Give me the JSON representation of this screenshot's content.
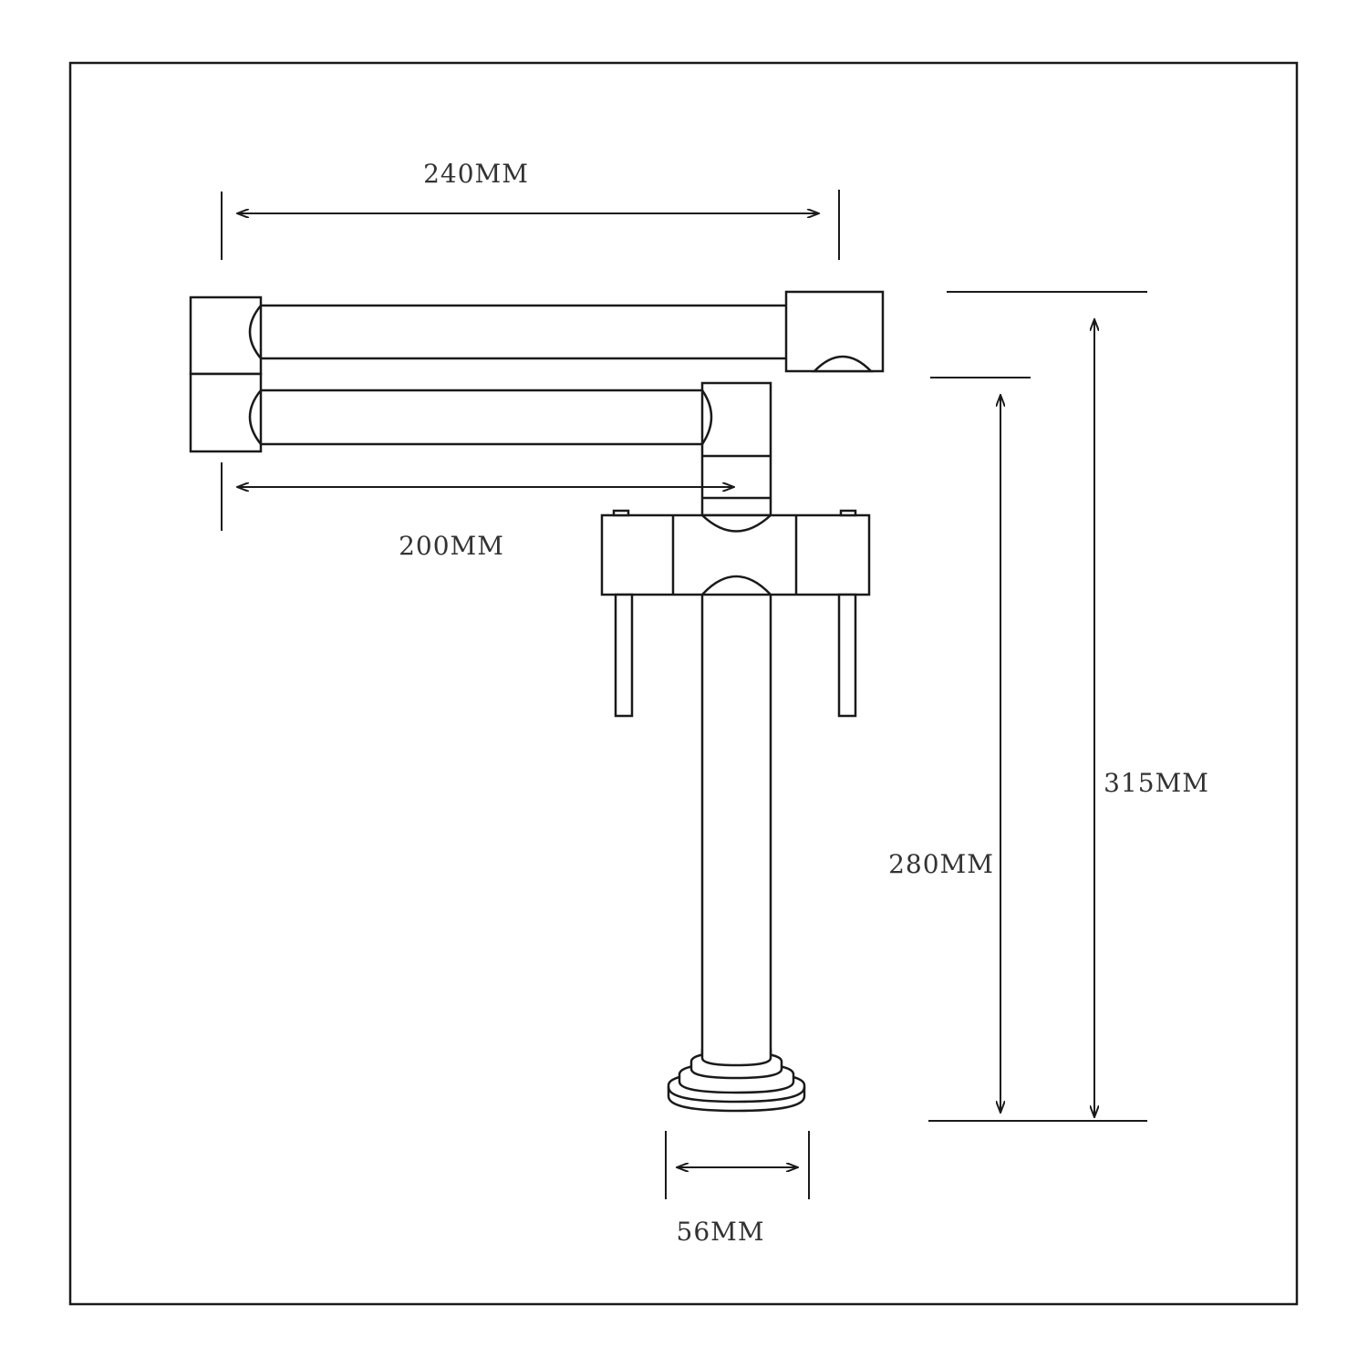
{
  "title": "Pot filler faucet dimension drawing",
  "dimensions": {
    "upper_arm_length": "240MM",
    "lower_arm_length": "200MM",
    "total_height": "315MM",
    "spout_height": "280MM",
    "base_diameter": "56MM"
  },
  "colors": {
    "line": "#1a1a1a",
    "text": "#333333",
    "background": "#ffffff"
  }
}
